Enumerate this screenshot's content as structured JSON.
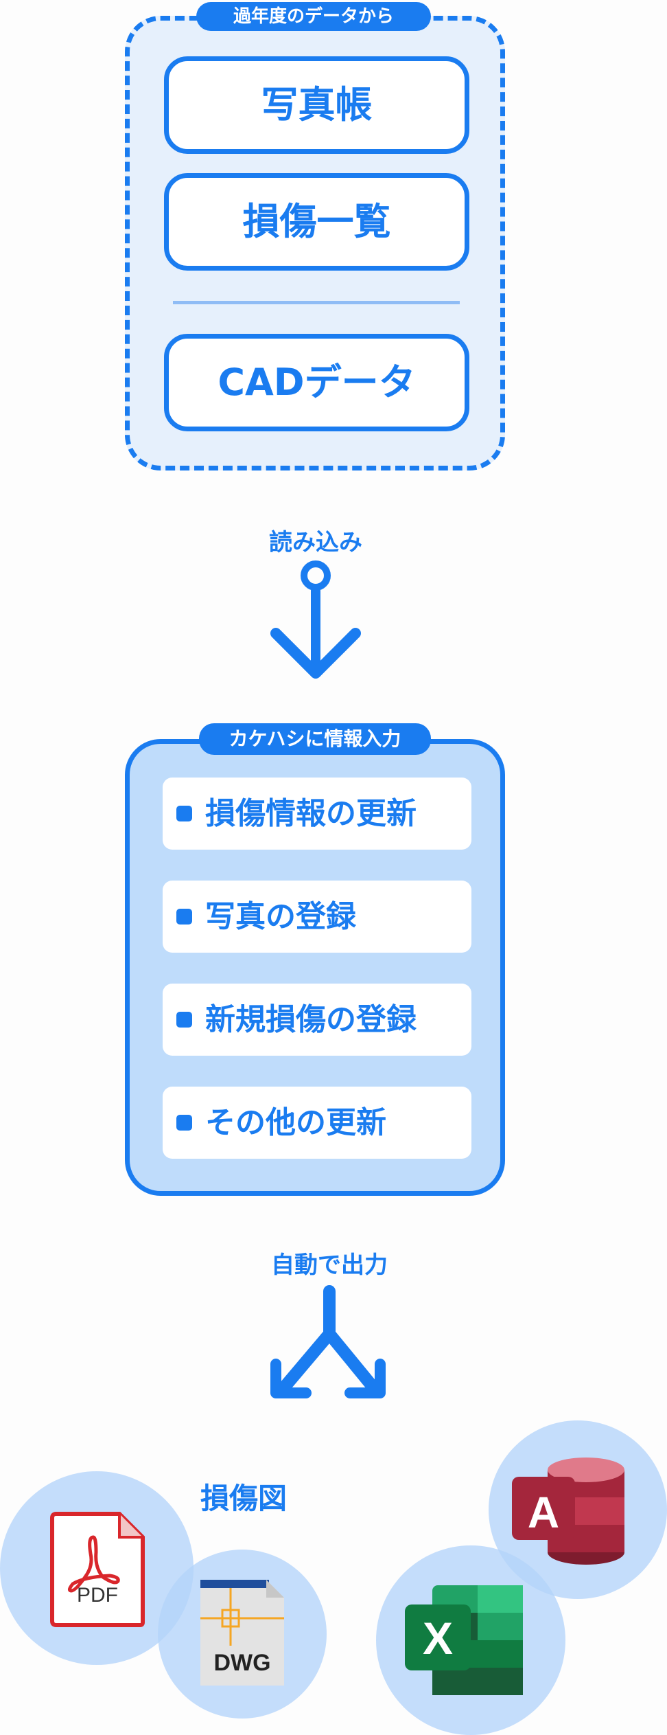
{
  "past_data": {
    "title": "過年度のデータから",
    "items": [
      "写真帳",
      "損傷一覧",
      "CADデータ"
    ]
  },
  "step1_label": "読み込み",
  "kakehashi": {
    "title": "カケハシに情報入力",
    "items": [
      "損傷情報の更新",
      "写真の登録",
      "新規損傷の登録",
      "その他の更新"
    ]
  },
  "step2_label": "自動で出力",
  "outputs": {
    "drawing_label": "損傷図",
    "pdf_label": "PDF",
    "dwg_label": "DWG",
    "excel_letter": "X",
    "access_letter": "A"
  },
  "colors": {
    "accent": "#1a7cf0",
    "pdf_red": "#d9262b",
    "excel_green": "#1e7145",
    "access_red": "#a4263c"
  }
}
